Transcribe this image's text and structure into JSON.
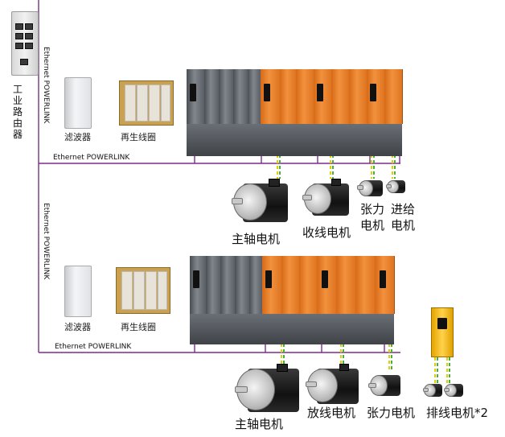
{
  "router": {
    "label_chars": [
      "工",
      "业",
      "路",
      "由",
      "器"
    ]
  },
  "network": {
    "vertical_label": "Ethernet POWERLINK",
    "horizontal_label": "Ethernet POWERLINK"
  },
  "sections": [
    {
      "filter_label": "滤波器",
      "reactor_label": "再生线圈",
      "bus_label": "Ethernet POWERLINK",
      "motors": [
        {
          "label": "主轴电机"
        },
        {
          "label": "收线电机"
        },
        {
          "label_lines": [
            "张力",
            "电机"
          ]
        },
        {
          "label_lines": [
            "进给",
            "电机"
          ]
        }
      ]
    },
    {
      "filter_label": "滤波器",
      "reactor_label": "再生线圈",
      "bus_label": "Ethernet POWERLINK",
      "motors": [
        {
          "label": "主轴电机"
        },
        {
          "label": "放线电机"
        },
        {
          "label": "张力电机"
        },
        {
          "label": "排线电机*2"
        }
      ]
    }
  ],
  "colors": {
    "network_line": "#7b2d8b",
    "cable_yellow": "#d9d400",
    "cable_green": "#4cae3d"
  }
}
